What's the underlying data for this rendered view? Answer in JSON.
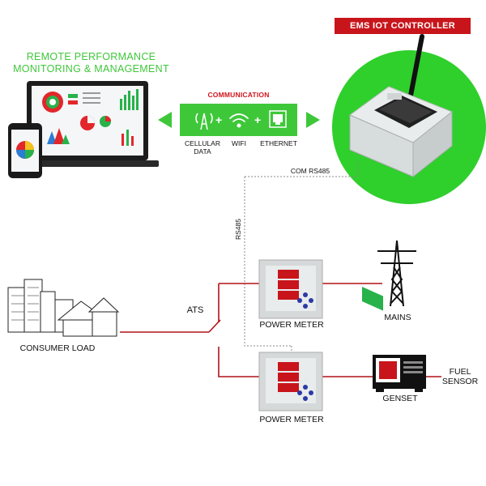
{
  "remote": {
    "title_line1": "REMOTE PERFORMANCE",
    "title_line2": "MONITORING & MANAGEMENT"
  },
  "communication": {
    "title": "COMMUNICATION",
    "options": [
      {
        "label_line1": "CELLULAR",
        "label_line2": "DATA",
        "icon": "cell-tower-icon"
      },
      {
        "label_line1": "WIFI",
        "label_line2": "",
        "icon": "wifi-icon"
      },
      {
        "label_line1": "ETHERNET",
        "label_line2": "",
        "icon": "ethernet-icon"
      }
    ],
    "separator": "+"
  },
  "controller": {
    "title": "EMS IOT CONTROLLER"
  },
  "links": {
    "com": "COM RS485",
    "rs485": "RS485"
  },
  "nodes": {
    "consumer_load": "CONSUMER LOAD",
    "ats": "ATS",
    "power_meter_top": "POWER METER",
    "power_meter_bottom": "POWER METER",
    "mains": "MAINS",
    "genset": "GENSET",
    "fuel_sensor_line1": "FUEL",
    "fuel_sensor_line2": "SENSOR"
  },
  "colors": {
    "green": "#3fc73a",
    "red": "#c8151b",
    "line": "#b01217",
    "dotted": "#777777"
  }
}
